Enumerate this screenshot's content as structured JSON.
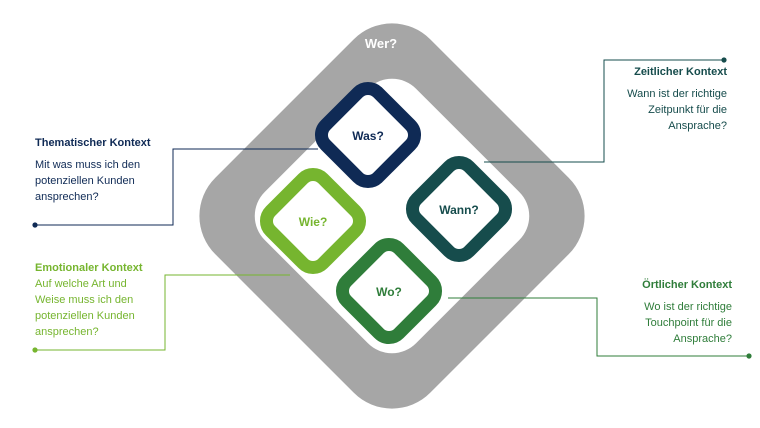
{
  "diagram": {
    "outer_label": "Wer?",
    "tiles": {
      "was": "Was?",
      "wie": "Wie?",
      "wann": "Wann?",
      "wo": "Wo?"
    }
  },
  "callouts": {
    "thematic": {
      "title": "Thematischer Kontext",
      "lines": [
        "Mit was muss ich den",
        "potenziellen Kunden",
        "ansprechen?"
      ]
    },
    "temporal": {
      "title": "Zeitlicher Kontext",
      "lines": [
        "Wann ist der richtige",
        "Zeitpunkt für die",
        "Ansprache?"
      ]
    },
    "emotional": {
      "title": "Emotionaler Kontext",
      "lines": [
        "Auf welche Art und",
        "Weise muss ich den",
        "potenziellen Kunden",
        "ansprechen?"
      ]
    },
    "local": {
      "title": "Örtlicher Kontext",
      "lines": [
        "Wo ist der richtige",
        "Touchpoint für die",
        "Ansprache?"
      ]
    }
  },
  "colors": {
    "outer_gray": "#a6a6a6",
    "was_navy": "#0f2a55",
    "wann_teal": "#164c4c",
    "wie_lime": "#76b52f",
    "wo_green": "#2f7d3a",
    "connector_local": "#2f7d3a"
  }
}
